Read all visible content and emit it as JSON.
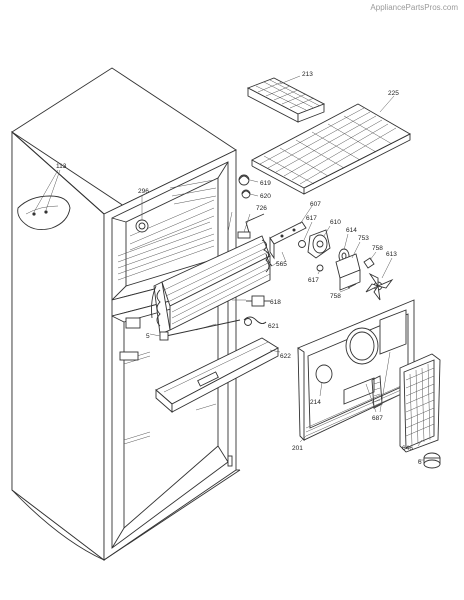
{
  "watermark": "AppliancePartsPros.com",
  "labels": {
    "l113": "113",
    "l213": "213",
    "l225": "225",
    "l296": "296",
    "l619": "619",
    "l620": "620",
    "l726": "726",
    "l607": "607",
    "l617a": "617",
    "l610": "610",
    "l614": "614",
    "l753": "753",
    "l758a": "758",
    "l613": "613",
    "l565": "565",
    "l617b": "617",
    "l758b": "758",
    "l618": "618",
    "l621": "621",
    "l5": "5",
    "l622": "622",
    "l214": "214",
    "l687": "687",
    "l201": "201",
    "l646": "646",
    "l6": "6"
  }
}
